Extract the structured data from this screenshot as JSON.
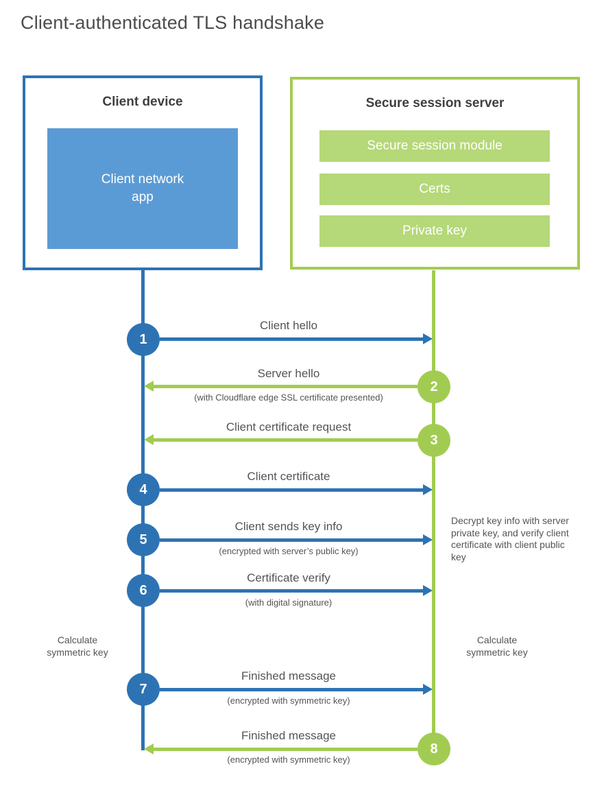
{
  "title": "Client-authenticated TLS handshake",
  "colors": {
    "blue": "#2d73b4",
    "light_blue": "#5b9bd5",
    "green": "#a2cc51",
    "light_green": "#b5d878",
    "text_gray": "#545456"
  },
  "client_box": {
    "title": "Client device",
    "inner_label": "Client network app"
  },
  "server_box": {
    "title": "Secure session server",
    "modules": [
      "Secure session module",
      "Certs",
      "Private key"
    ]
  },
  "steps": [
    {
      "number": "1",
      "actor": "client",
      "direction": "right",
      "label": "Client hello",
      "sublabel": ""
    },
    {
      "number": "2",
      "actor": "server",
      "direction": "left",
      "label": "Server hello",
      "sublabel": "(with Cloudflare edge SSL certificate presented)"
    },
    {
      "number": "3",
      "actor": "server",
      "direction": "left",
      "label": "Client certificate request",
      "sublabel": ""
    },
    {
      "number": "4",
      "actor": "client",
      "direction": "right",
      "label": "Client certificate",
      "sublabel": ""
    },
    {
      "number": "5",
      "actor": "client",
      "direction": "right",
      "label": "Client sends key info",
      "sublabel": "(encrypted with server’s public key)"
    },
    {
      "number": "6",
      "actor": "client",
      "direction": "right",
      "label": "Certificate verify",
      "sublabel": "(with digital signature)"
    },
    {
      "number": "7",
      "actor": "client",
      "direction": "right",
      "label": "Finished message",
      "sublabel": "(encrypted with symmetric key)"
    },
    {
      "number": "8",
      "actor": "server",
      "direction": "left",
      "label": "Finished message",
      "sublabel": "(encrypted with symmetric key)"
    }
  ],
  "annotations": {
    "decrypt_note": "Decrypt key info with server private key, and verify client certificate with client public key",
    "calculate_left": "Calculate symmetric key",
    "calculate_right": "Calculate symmetric key"
  }
}
